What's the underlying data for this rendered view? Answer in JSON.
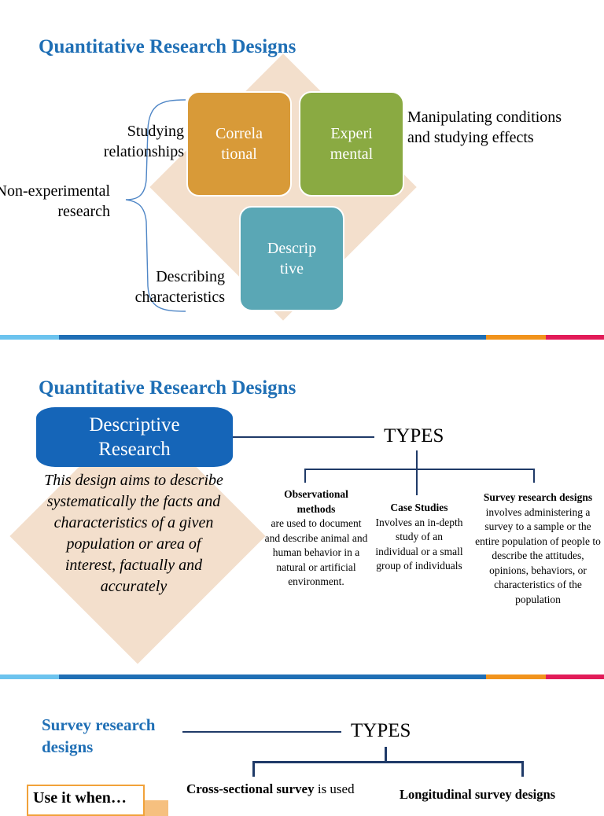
{
  "slide1": {
    "title": "Quantitative Research Designs",
    "boxes": {
      "correlational": "Correla\ntional",
      "experimental": "Experi\nmental",
      "descriptive": "Descrip\ntive"
    },
    "labels": {
      "studying": "Studying\nrelationships",
      "nonexp": "Non-experimental\nresearch",
      "describing": "Describing\ncharacteristics",
      "manipulating": "Manipulating conditions\nand studying effects"
    }
  },
  "slide2": {
    "title": "Quantitative Research Designs",
    "header": "Descriptive\nResearch",
    "types_label": "TYPES",
    "description": "This design aims to describe systematically the facts and characteristics of a given population or area of interest, factually and accurately",
    "types": [
      {
        "name": "Observational methods",
        "text": "are used to document and describe animal and human behavior in a natural or artificial environment."
      },
      {
        "name": "Case Studies",
        "text": "Involves an in-depth study of an individual or a small group of individuals"
      },
      {
        "name": "Survey research designs",
        "text": " involves administering a survey to a sample or the entire population of people to describe the attitudes, opinions, behaviors, or characteristics of the population"
      }
    ]
  },
  "slide3": {
    "title": "Survey research\ndesigns",
    "types_label": "TYPES",
    "use_it": "Use it when…",
    "cross_bold": "Cross-sectional survey",
    "cross_text": " is used",
    "longitudinal": "Longitudinal survey designs"
  },
  "colors": {
    "title_blue": "#1f6fb5",
    "correlational": "#d89a38",
    "experimental": "#8aaa42",
    "descriptive": "#5aa7b5",
    "diamond": "#f3dfcc",
    "header_blue": "#1565b8"
  }
}
